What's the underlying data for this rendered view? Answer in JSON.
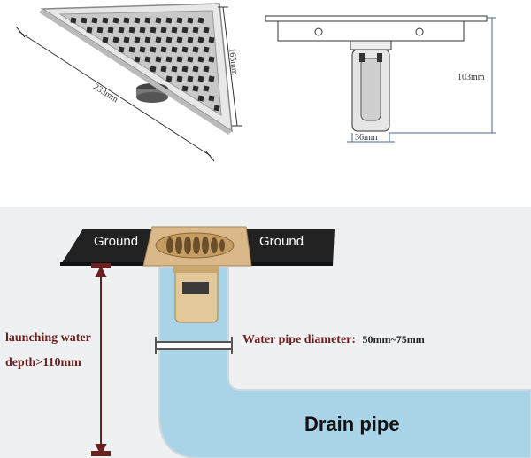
{
  "dimensions": {
    "length_diag": "233mm",
    "length_side": "165mm",
    "height": "103mm",
    "outlet_width": "36mm"
  },
  "diagram": {
    "ground_left": "Ground",
    "ground_right": "Ground",
    "launching_water": "launching water",
    "depth": "depth>110mm",
    "diameter_label": "Water pipe diameter:",
    "diameter_value": "50mm~75mm",
    "drain_pipe": "Drain pipe"
  },
  "colors": {
    "water": "#a9d4e8",
    "ground": "#222222",
    "drain_gold": "#d9b98a",
    "annotation": "#6b1f1f"
  }
}
